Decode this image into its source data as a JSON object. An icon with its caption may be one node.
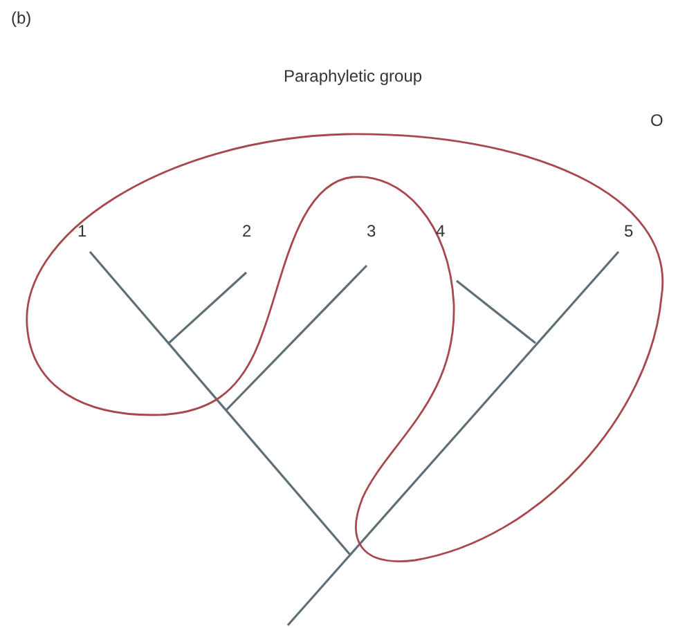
{
  "diagram": {
    "labels": [
      "(b)",
      "Paraphyletic group",
      "O",
      "1",
      "2",
      "3",
      "4",
      "5"
    ]
  }
}
